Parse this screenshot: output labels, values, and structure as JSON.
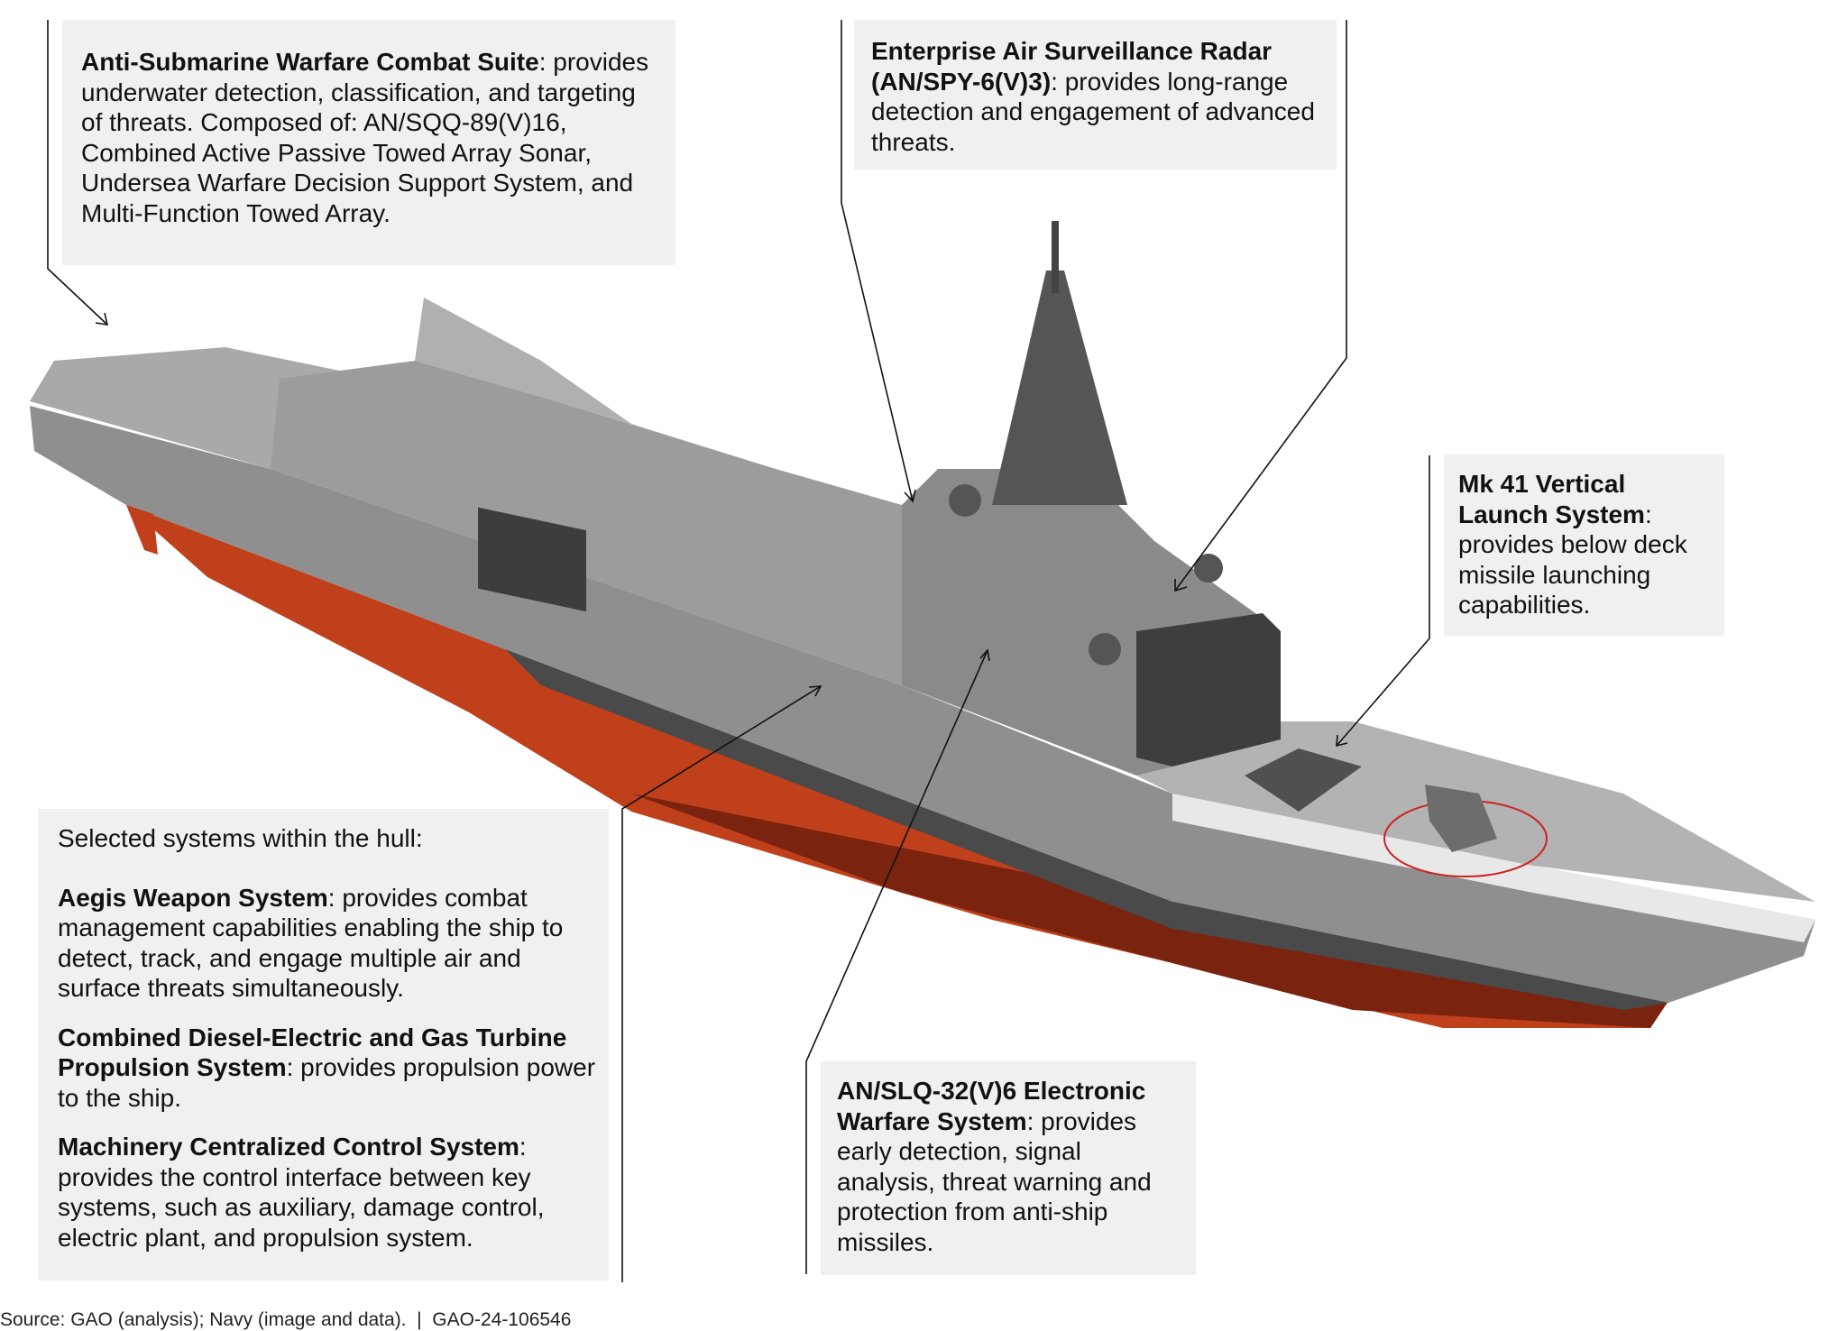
{
  "callouts": {
    "asw": {
      "title": "Anti-Submarine Warfare Combat Suite",
      "text": ": provides underwater detection, classification, and targeting of threats. Composed of: AN/SQQ-89(V)16, Combined Active Passive Towed Array Sonar, Undersea Warfare Decision Support System, and Multi-Function Towed Array."
    },
    "radar": {
      "title": "Enterprise Air Surveillance Radar (AN/SPY-6(V)3)",
      "text": ": provides long-range detection and engagement of advanced threats."
    },
    "mk41": {
      "title": "Mk 41 Vertical Launch System",
      "text": ": provides below deck missile launching capabilities."
    },
    "hull": {
      "intro": "Selected systems within the hull:",
      "items": [
        {
          "title": "Aegis Weapon System",
          "text": ": provides combat management capabilities enabling the ship to detect, track, and engage multiple air and surface threats simultaneously."
        },
        {
          "title": "Combined Diesel-Electric and Gas Turbine Propulsion System",
          "text": ": provides propulsion power to the ship."
        },
        {
          "title": "Machinery Centralized Control System",
          "text": ": provides the control interface between key systems, such as auxiliary, damage control, electric plant, and propulsion system."
        }
      ]
    },
    "ew": {
      "title": "AN/SLQ-32(V)6 Electronic Warfare System",
      "text": ": provides early detection, signal analysis, threat warning and protection from anti-ship missiles."
    }
  },
  "source": "Source: GAO (analysis); Navy (image and data).  |  GAO-24-106546",
  "colors": {
    "box": "#f0f0f0",
    "hull_gray": "#8d8d8d",
    "underbody_red": "#c0401c"
  }
}
